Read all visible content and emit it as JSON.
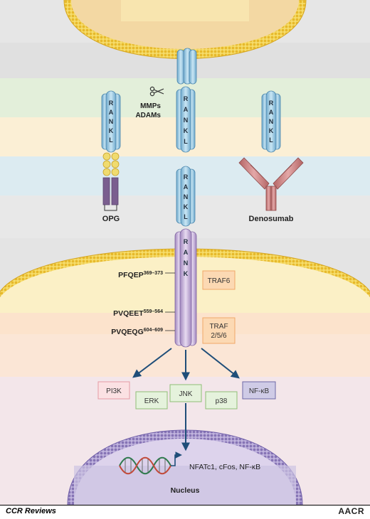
{
  "rankl_letters": [
    "R",
    "A",
    "N",
    "K",
    "L"
  ],
  "rank_letters": [
    "R",
    "A",
    "N",
    "K"
  ],
  "labels": {
    "mmps": "MMPs",
    "adams": "ADAMs",
    "opg": "OPG",
    "denosumab": "Denosumab",
    "nucleus": "Nucleus",
    "transcription": "NFATc1, cFos, NF-κB"
  },
  "motifs": [
    {
      "name": "PFQEP",
      "range": "369–373"
    },
    {
      "name": "PVQEET",
      "range": "559–564"
    },
    {
      "name": "PVQEQG",
      "range": "604–609"
    }
  ],
  "boxes": {
    "traf6": "TRAF6",
    "traf256_line1": "TRAF",
    "traf256_line2": "2/5/6",
    "pi3k": "PI3K",
    "erk": "ERK",
    "jnk": "JNK",
    "p38": "p38",
    "nfkb": "NF-κB"
  },
  "footer": {
    "left": "CCR Reviews",
    "right": "AACR"
  },
  "colors": {
    "receptor_blue": "#9fcde6",
    "rank_purple": "#c9b3dc",
    "membrane_yellow": "#f3d24a",
    "opg_bead": "#f0db6f",
    "opg_base": "#7a5e8f",
    "antibody_red": "#c77a7a",
    "arrow_navy": "#1f4e79",
    "nucleus_membrane": "#8f7fbc"
  }
}
